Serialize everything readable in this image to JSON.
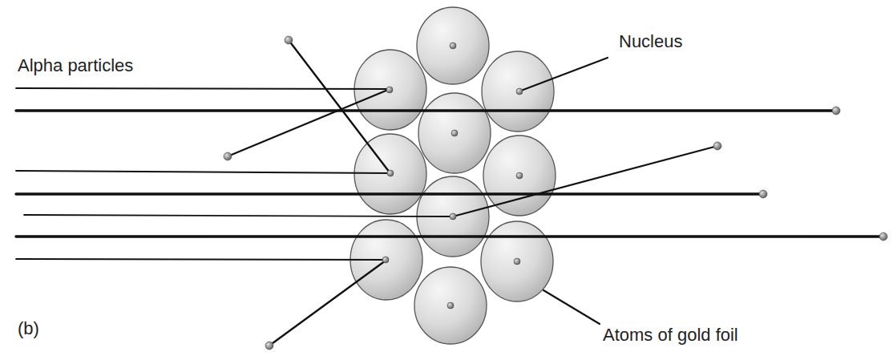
{
  "diagram": {
    "labels": [
      "Alpha particles",
      "Nucleus",
      "Atoms of gold foil",
      "(b)"
    ]
  }
}
